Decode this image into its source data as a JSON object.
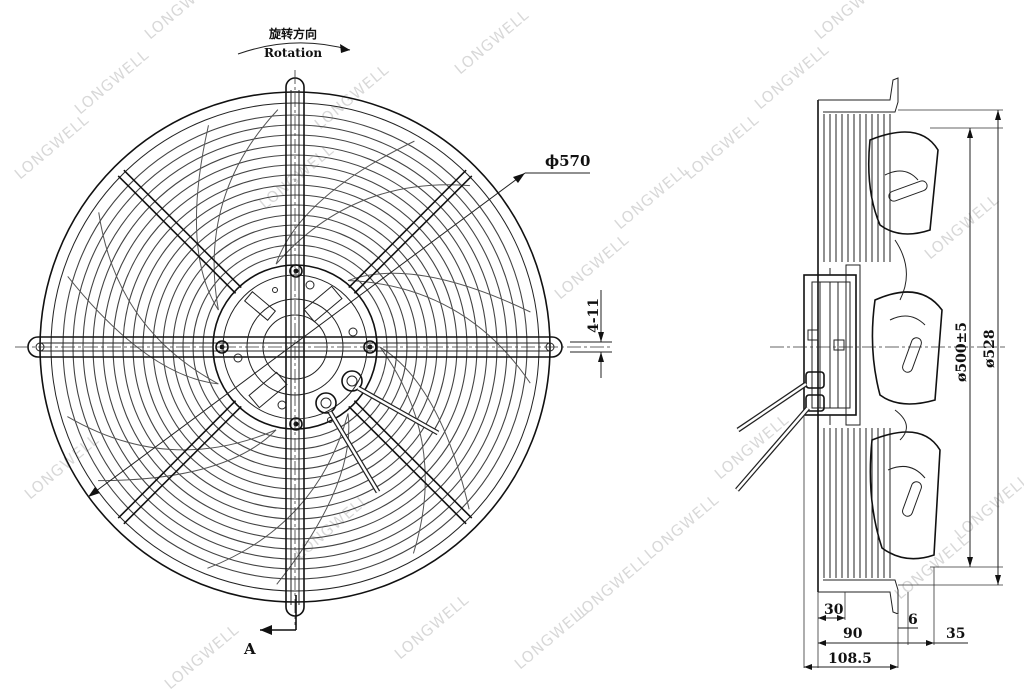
{
  "watermark": "LONGWELL",
  "rotation": {
    "label_cn": "旋转方向",
    "label_en": "Rotation"
  },
  "front_view": {
    "outer_diameter": "ϕ570",
    "holes": "4-11",
    "section_label": "A"
  },
  "side_view": {
    "dim_blade_diameter": "ø500±5",
    "dim_guard_diameter": "ø528",
    "dim_30": "30",
    "dim_90": "90",
    "dim_108": "108.5",
    "dim_6": "6",
    "dim_35": "35"
  }
}
